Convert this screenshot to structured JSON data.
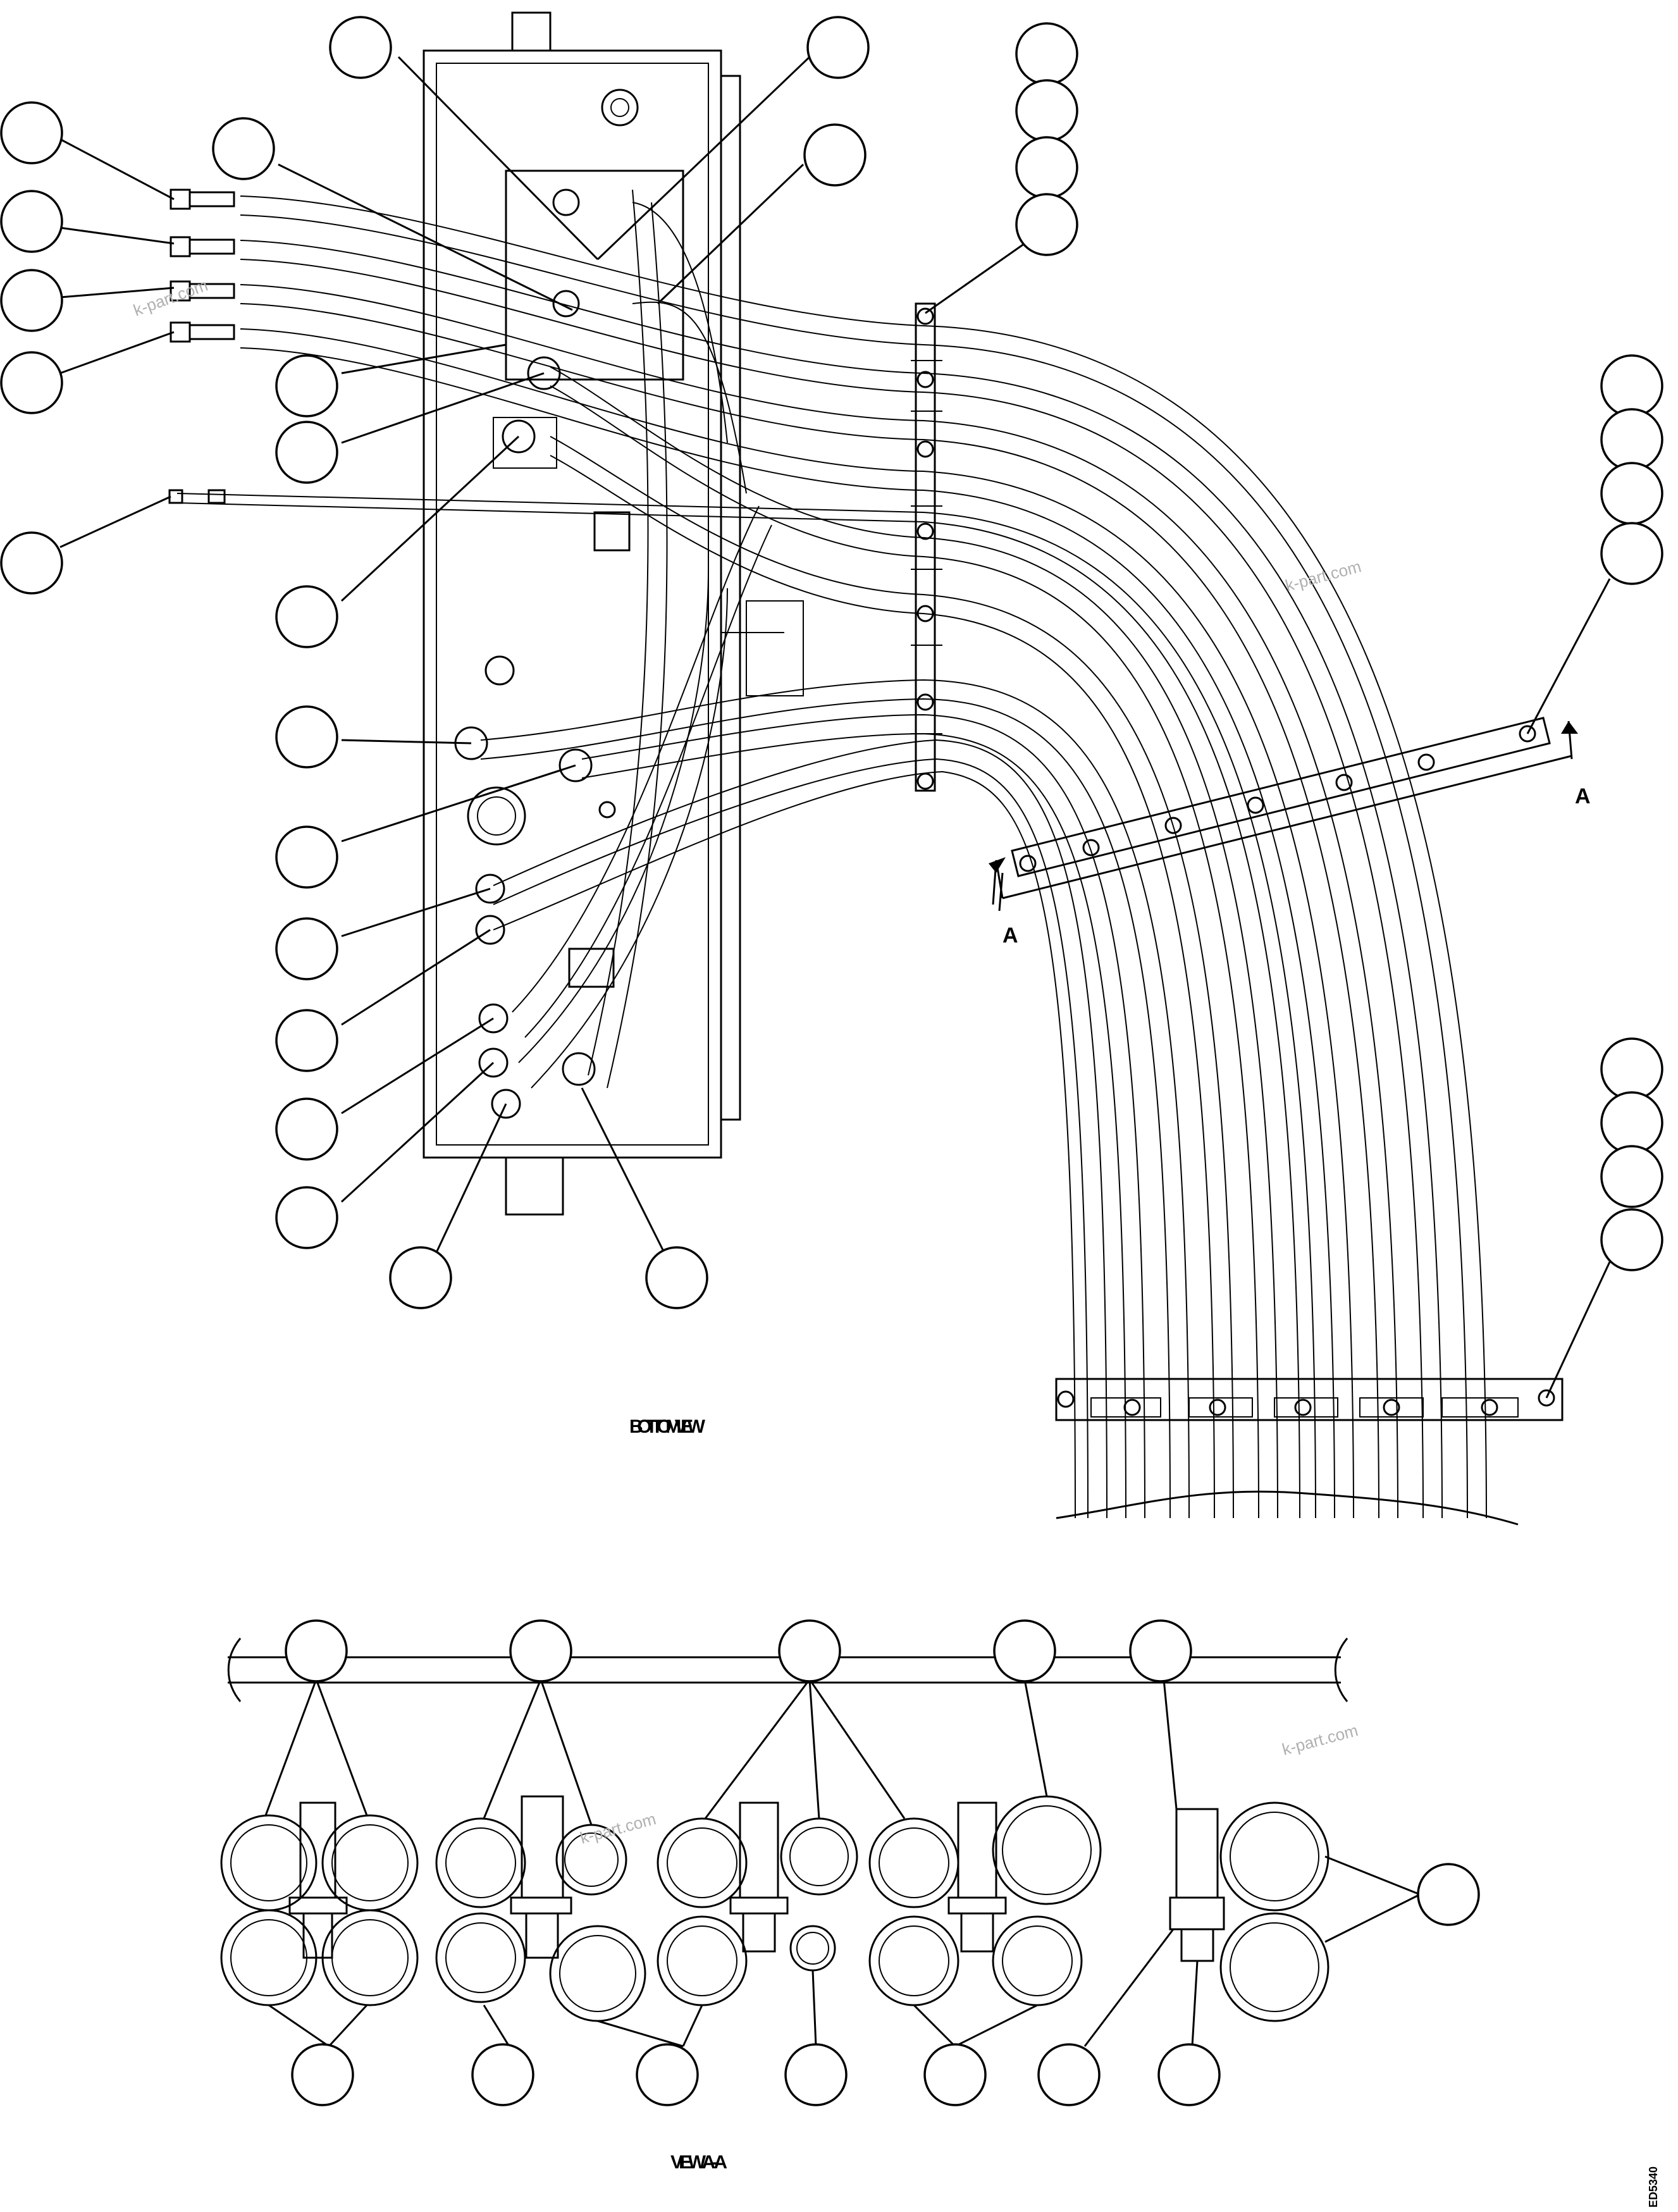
{
  "labels": {
    "bottom_view": "BOTTOM VIEW",
    "view_aa": "VIEW A - A",
    "section_a_left": "A",
    "section_a_right": "A",
    "drawing_code": "ED5340"
  },
  "watermarks": [
    "k-part.com",
    "k-part.com",
    "k-part.com",
    "k-part.com"
  ]
}
